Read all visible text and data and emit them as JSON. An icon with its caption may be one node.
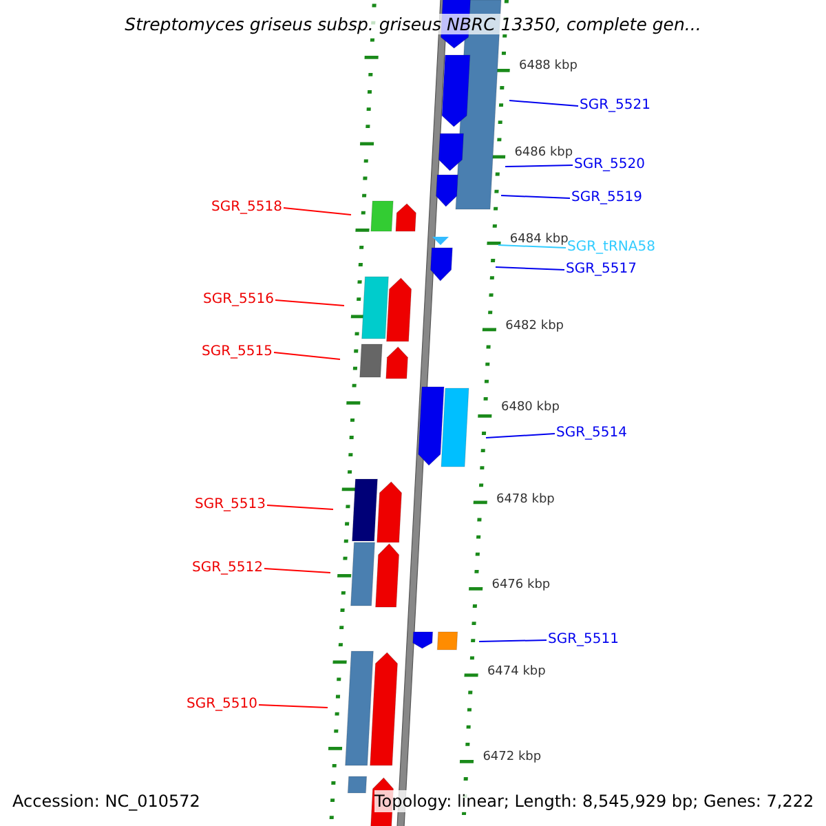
{
  "diagram": {
    "title": "Streptomyces griseus subsp. griseus NBRC 13350, complete gen...",
    "nodes": [
      {
        "text": [
          "SGR_5521"
        ]
      },
      {
        "text": [
          "SGR_5520"
        ]
      },
      {
        "text": [
          "SGR_5519"
        ]
      },
      {
        "text": [
          "SGR_5518"
        ]
      },
      {
        "text": [
          "SGR_tRNA58"
        ]
      },
      {
        "text": [
          "SGR_5517"
        ]
      },
      {
        "text": [
          "SGR_5516"
        ]
      },
      {
        "text": [
          "SGR_5515"
        ]
      },
      {
        "text": [
          "SGR_5514"
        ]
      },
      {
        "text": [
          "SGR_5513"
        ]
      },
      {
        "text": [
          "SGR_5512"
        ]
      },
      {
        "text": [
          "SGR_5511"
        ]
      },
      {
        "text": [
          "SGR_5510"
        ]
      }
    ],
    "edges": [
      {
        "from": 0,
        "to": null,
        "arrow": "none"
      },
      {
        "from": 1,
        "to": null,
        "arrow": "none"
      },
      {
        "from": 2,
        "to": null,
        "arrow": "none"
      },
      {
        "from": 3,
        "to": null,
        "arrow": "none",
        "color": "#ff0000"
      },
      {
        "from": 4,
        "to": null,
        "arrow": "none",
        "color": "#33ccff"
      },
      {
        "from": 5,
        "to": null,
        "arrow": "none"
      },
      {
        "from": 6,
        "to": null,
        "arrow": "none",
        "color": "#ff0000"
      },
      {
        "from": 7,
        "to": null,
        "arrow": "none",
        "color": "#ff0000"
      },
      {
        "from": 8,
        "to": null,
        "arrow": "none"
      },
      {
        "from": 9,
        "to": null,
        "arrow": "none",
        "color": "#ff0000"
      },
      {
        "from": 10,
        "to": null,
        "arrow": "none",
        "color": "#ff0000"
      },
      {
        "from": 11,
        "to": null,
        "arrow": "none"
      },
      {
        "from": 12,
        "to": null,
        "arrow": "none",
        "color": "#ff0000"
      }
    ],
    "labels": [
      "6488 kbp",
      "6486 kbp",
      "6484 kbp",
      "6482 kbp",
      "6480 kbp",
      "6478 kbp",
      "6476 kbp",
      "6474 kbp",
      "6472 kbp",
      "Accession: NC_010572",
      "Topology: linear; Length: 8,545,929 bp; Genes: 7,222"
    ]
  }
}
